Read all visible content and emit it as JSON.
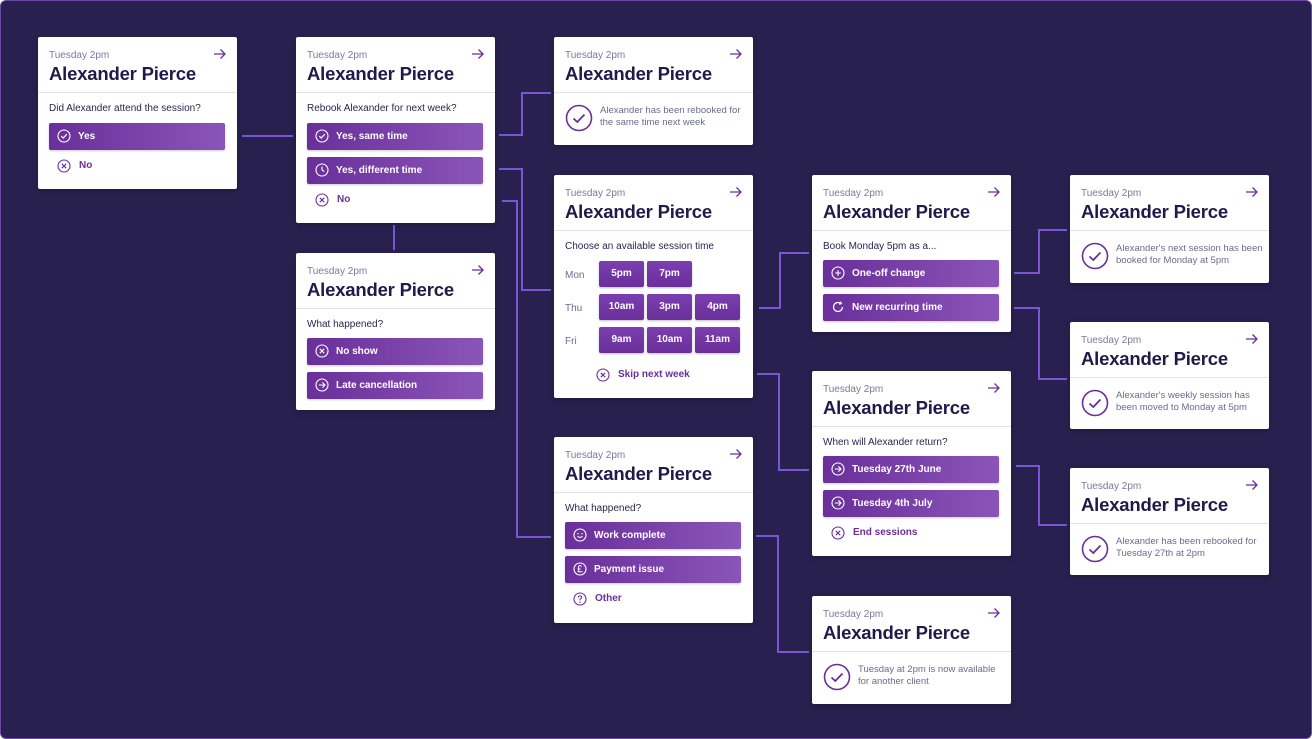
{
  "client": {
    "time": "Tuesday 2pm",
    "name": "Alexander Pierce"
  },
  "cards": {
    "attend": {
      "question": "Did Alexander attend the session?",
      "buttons": [
        {
          "icon": "check-circle-icon",
          "label": "Yes"
        }
      ],
      "links": [
        {
          "icon": "close-circle-icon",
          "label": "No"
        }
      ]
    },
    "rebook": {
      "question": "Rebook Alexander for next week?",
      "buttons": [
        {
          "icon": "check-circle-icon",
          "label": "Yes, same time"
        },
        {
          "icon": "clock-icon",
          "label": "Yes, different time"
        }
      ],
      "links": [
        {
          "icon": "close-circle-icon",
          "label": "No"
        }
      ]
    },
    "rebooked_same": {
      "message": "Alexander has been rebooked for the same time next week"
    },
    "what_happened_1": {
      "question": "What happened?",
      "buttons": [
        {
          "icon": "close-circle-icon",
          "label": "No show"
        },
        {
          "icon": "arrow-right-circle-icon",
          "label": "Late cancellation"
        }
      ]
    },
    "choose_time": {
      "question": "Choose an available session time",
      "days": [
        {
          "day": "Mon",
          "slots": [
            "5pm",
            "7pm"
          ]
        },
        {
          "day": "Thu",
          "slots": [
            "10am",
            "3pm",
            "4pm"
          ]
        },
        {
          "day": "Fri",
          "slots": [
            "9am",
            "10am",
            "11am"
          ]
        }
      ],
      "links": [
        {
          "icon": "close-circle-icon",
          "label": "Skip next week"
        }
      ]
    },
    "book_monday": {
      "question": "Book Monday 5pm as a...",
      "buttons": [
        {
          "icon": "plus-circle-icon",
          "label": "One-off change"
        },
        {
          "icon": "refresh-icon",
          "label": "New recurring time"
        }
      ]
    },
    "next_booked": {
      "message": "Alexander's next session has been booked for Monday at 5pm"
    },
    "weekly_moved": {
      "message": "Alexander's weekly session has been moved to Monday at 5pm"
    },
    "when_return": {
      "question": "When will Alexander return?",
      "buttons": [
        {
          "icon": "arrow-right-circle-icon",
          "label": "Tuesday 27th June"
        },
        {
          "icon": "arrow-right-circle-icon",
          "label": "Tuesday 4th July"
        }
      ],
      "links": [
        {
          "icon": "close-circle-icon",
          "label": "End sessions"
        }
      ]
    },
    "rebooked_27": {
      "message": "Alexander has been rebooked for Tuesday 27th at 2pm"
    },
    "what_happened_2": {
      "question": "What happened?",
      "buttons": [
        {
          "icon": "smiley-icon",
          "label": "Work complete"
        },
        {
          "icon": "pound-icon",
          "label": "Payment issue"
        }
      ],
      "links": [
        {
          "icon": "question-circle-icon",
          "label": "Other"
        }
      ]
    },
    "slot_available": {
      "message": "Tuesday at 2pm is now available for another client"
    }
  },
  "colors": {
    "background": "#28214f",
    "connector": "#7a55d6",
    "button_start": "#6a2f9a",
    "button_end": "#8a55b8",
    "title": "#1f1a4a",
    "accent": "#6a2f9a"
  }
}
